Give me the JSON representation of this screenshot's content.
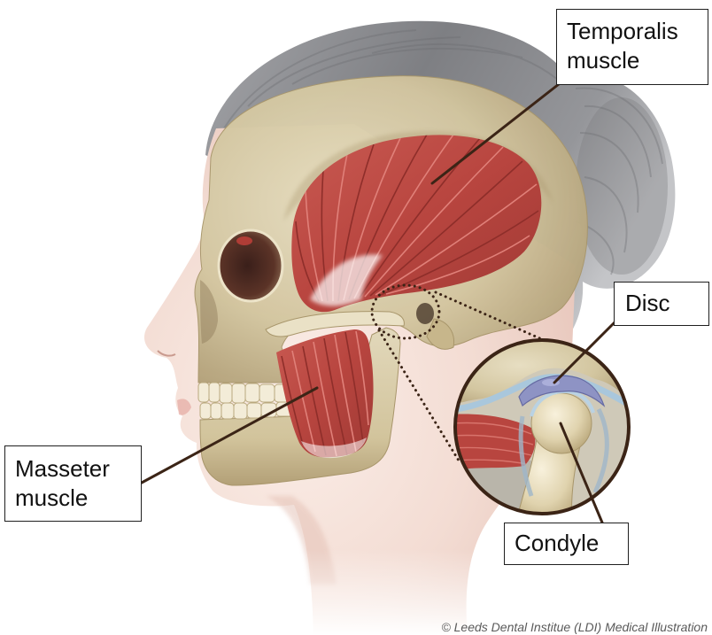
{
  "labels": {
    "temporalis": {
      "line1": "Temporalis",
      "line2": "muscle"
    },
    "disc": "Disc",
    "masseter": {
      "line1": "Masseter",
      "line2": "muscle"
    },
    "condyle": "Condyle"
  },
  "figure": {
    "copyright": "© Leeds Dental Institue (LDI) Medical Illustration"
  },
  "colors": {
    "leader_line": "#3b2416",
    "label_border": "#1f1f1f"
  }
}
